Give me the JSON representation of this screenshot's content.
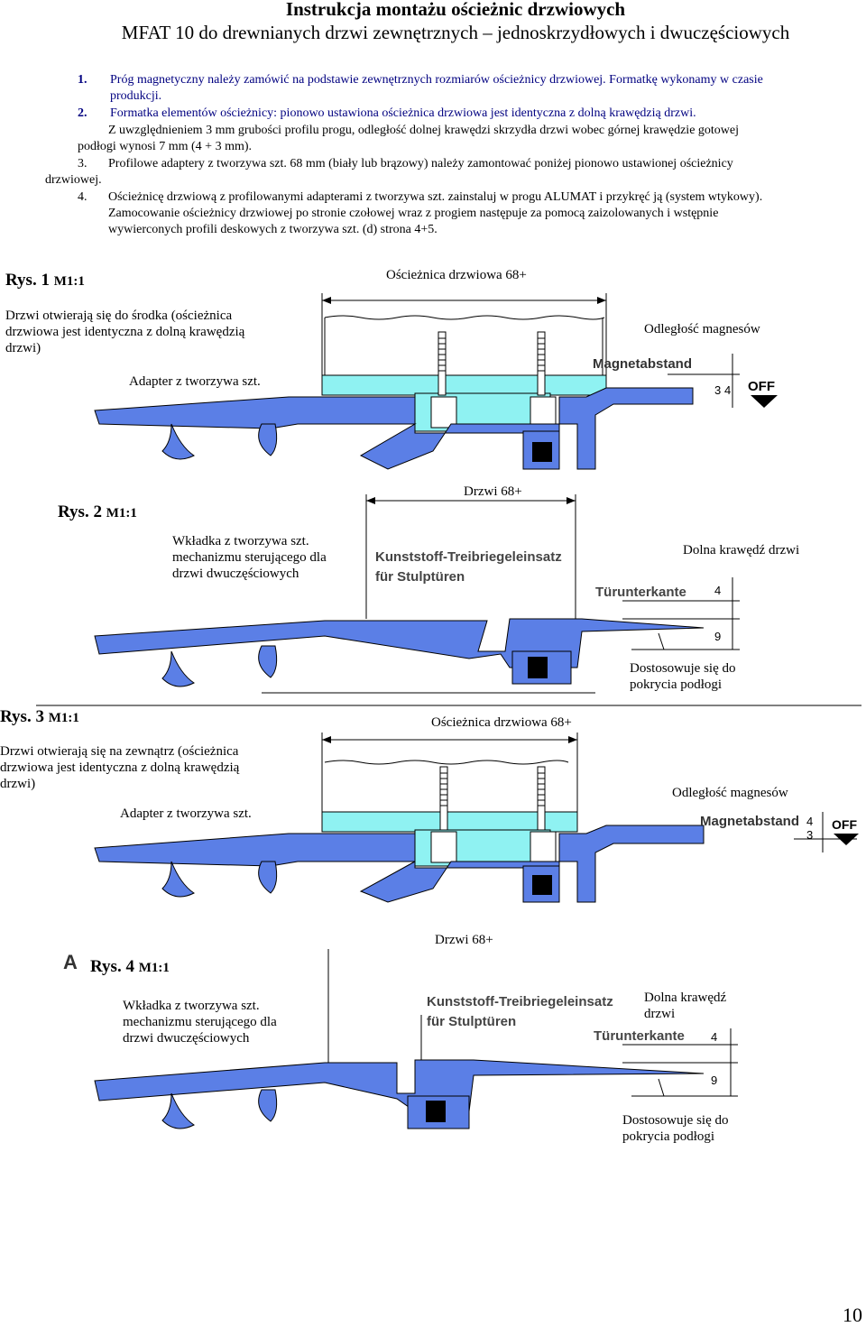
{
  "header": {
    "title": "Instrukcja montażu ościeżnic drzwiowych",
    "subtitle": "MFAT 10 do drewnianych drzwi zewnętrznych – jednoskrzydłowych i dwuczęściowych"
  },
  "instructions": {
    "item1_num": "1.",
    "item1_line1": "Próg magnetyczny należy zamówić na podstawie zewnętrznych rozmiarów ościeżnicy drzwiowej. Formatkę wykonamy w czasie",
    "item1_line2": "produkcji.",
    "item2_num": "2.",
    "item2_line1": "Formatka elementów ościeżnicy: pionowo ustawiona ościeżnica drzwiowa jest identyczna z dolną krawędzią drzwi.",
    "item2_line2": "Z uwzględnieniem 3 mm grubości profilu progu, odległość dolnej krawędzi skrzydła drzwi wobec górnej krawędzie gotowej",
    "item2_line3": "podłogi wynosi 7 mm (4 + 3 mm).",
    "item3_num": "3.",
    "item3_line1": "Profilowe adaptery z tworzywa szt. 68 mm (biały lub brązowy) należy zamontować poniżej pionowo ustawionej ościeżnicy",
    "item3_line2": "drzwiowej.",
    "item4_num": "4.",
    "item4_line1": "Ościeżnicę drzwiową z profilowanymi adapterami z tworzywa szt. zainstaluj w progu ALUMAT i przykręć ją (system wtykowy).",
    "item4_line2": "Zamocowanie ościeżnicy drzwiowej po stronie czołowej wraz z progiem następuje za pomocą zaizolowanych i wstępnie",
    "item4_line3": "wywierconych profili deskowych z tworzywa szt. (d) strona 4+5."
  },
  "fig1": {
    "rys": "Rys. 1",
    "scale": "M1:1",
    "top_label": "Ościeżnica drzwiowa 68+",
    "desc_line1": "Drzwi otwierają się do środka (ościeżnica",
    "desc_line2": "drzwiowa jest identyczna z dolną krawędzią",
    "desc_line3": "drzwi)",
    "adapter": "Adapter z tworzywa szt.",
    "magnet_label": "Odległość magnesów",
    "magnet_de": "Magnetabstand",
    "dim_a": "3",
    "dim_b": "4",
    "off": "OFF"
  },
  "fig2": {
    "rys": "Rys. 2",
    "scale": "M1:1",
    "top_label": "Drzwi 68+",
    "insert_line1": "Wkładka z tworzywa szt.",
    "insert_line2": "mechanizmu sterującego dla",
    "insert_line3": "drzwi dwuczęściowych",
    "de_line1": "Kunststoff-Treibriegeleinsatz",
    "de_line2": "für Stulptüren",
    "edge_label": "Dolna krawędź drzwi",
    "edge_de": "Türunterkante",
    "dim_a": "4",
    "dim_b": "9",
    "floor_line1": "Dostosowuje się do",
    "floor_line2": "pokrycia podłogi"
  },
  "fig3": {
    "rys": "Rys. 3",
    "scale": "M1:1",
    "top_label": "Ościeżnica drzwiowa  68+",
    "desc_line1": "Drzwi otwierają się na zewnątrz (ościeżnica",
    "desc_line2": "drzwiowa jest identyczna z dolną krawędzią",
    "desc_line3": "drzwi)",
    "adapter": "Adapter z tworzywa szt.",
    "magnet_label": "Odległość magnesów",
    "magnet_de": "Magnetabstand",
    "dim_a": "3",
    "dim_b": "4",
    "off": "OFF"
  },
  "fig4": {
    "marker": "A",
    "rys": "Rys. 4",
    "scale": "M1:1",
    "top_label": "Drzwi 68+",
    "insert_line1": "Wkładka z tworzywa szt.",
    "insert_line2": "mechanizmu sterującego dla",
    "insert_line3": "drzwi dwuczęściowych",
    "de_line1": "Kunststoff-Treibriegeleinsatz",
    "de_line2": "für Stulptüren",
    "edge_line1": "Dolna krawędź",
    "edge_line2": "drzwi",
    "edge_de": "Türunterkante",
    "dim_a": "4",
    "dim_b": "9",
    "floor_line1": "Dostosowuje się do",
    "floor_line2": "pokrycia podłogi"
  },
  "footer": {
    "page": "10"
  },
  "colors": {
    "profile": "#5b7fe6",
    "insert": "#8ff2f2",
    "line": "#000000"
  }
}
